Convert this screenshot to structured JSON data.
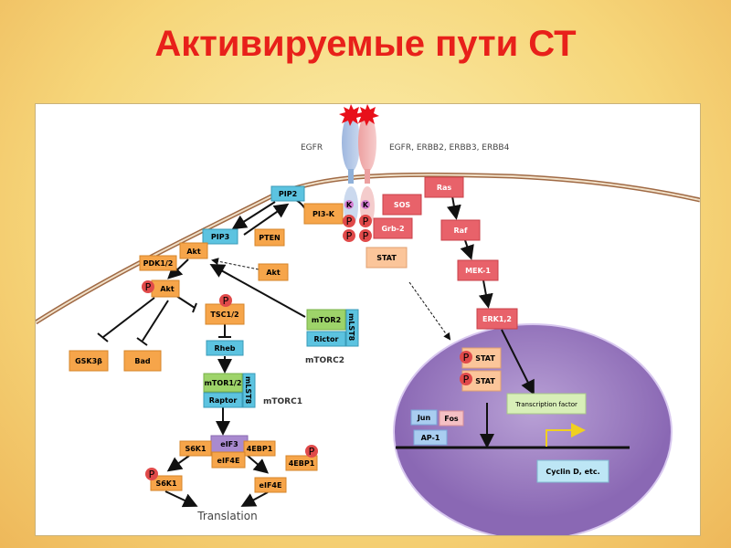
{
  "title": "Активируемые пути СТ",
  "diagram": {
    "labels": {
      "egfr": "EGFR",
      "receptors": "EGFR, ERBB2, ERBB3, ERBB4",
      "mtorc2": "mTORC2",
      "mtorc1": "mTORC1",
      "translation": "Translation"
    },
    "nodes": {
      "pip2": "PIP2",
      "pi3k": "PI3-K",
      "pip3": "PIP3",
      "pten": "PTEN",
      "akt_mem": "Akt",
      "pdk": "PDK1/2",
      "akt_free": "Akt",
      "akt_p": "Akt",
      "tsc": "TSC1/2",
      "rheb": "Rheb",
      "gsk": "GSK3β",
      "bad": "Bad",
      "mtor2": "mTOR2",
      "rictor": "Rictor",
      "mlst8_a": "mLST8",
      "mtor12": "mTOR1/2",
      "raptor": "Raptor",
      "mlst8_b": "mLST8",
      "eif3": "eIF3",
      "s6k1": "S6K1",
      "4ebp1": "4EBP1",
      "eif4e": "eIF4E",
      "4ebp1_p": "4EBP1",
      "s6k1_p": "S6K1",
      "eif4e_free": "eIF4E",
      "sos": "SOS",
      "ras": "Ras",
      "grb2": "Grb-2",
      "stat": "STAT",
      "raf": "Raf",
      "mek": "MEK-1",
      "erk": "ERK1,2",
      "stat_n1": "STAT",
      "stat_n2": "STAT",
      "tf": "Transcription factor",
      "jun": "Jun",
      "fos": "Fos",
      "ap1": "AP-1",
      "cyclin": "Cyclin D, etc."
    },
    "markers": {
      "p": "P",
      "k": "K"
    }
  }
}
